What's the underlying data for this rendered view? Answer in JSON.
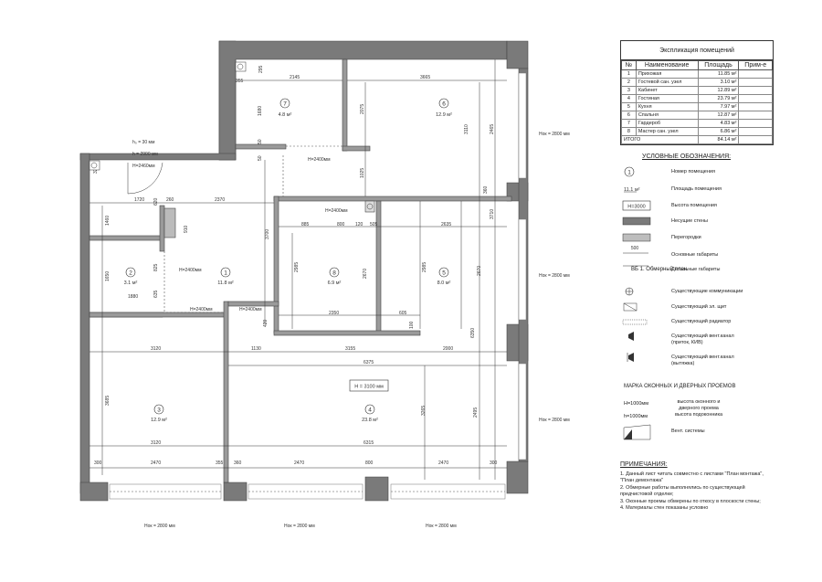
{
  "plan": {
    "rooms": [
      {
        "num": "1",
        "area": "11.8 м²"
      },
      {
        "num": "2",
        "area": "3.1 м²"
      },
      {
        "num": "3",
        "area": "12.9 м²"
      },
      {
        "num": "4",
        "area": "23.8 м²"
      },
      {
        "num": "5",
        "area": "8.0 м²"
      },
      {
        "num": "6",
        "area": "12.9 м²"
      },
      {
        "num": "7",
        "area": "4.8 м²"
      },
      {
        "num": "8",
        "area": "6.9 м²"
      }
    ],
    "heights": {
      "door_h": "h₀ = 30 мм",
      "h2900": "h = 2900 мм",
      "h2460": "H=2460мм",
      "h2400": "H=2400мм",
      "h3100": "H = 3100 мм",
      "hok": "Hок = 2800 мм",
      "vb": "ВБ 1. Обмерный план"
    },
    "dims": {
      "d355": "355",
      "d2145": "2145",
      "d3665": "3665",
      "d295": "295",
      "d1680": "1680",
      "d2075": "2075",
      "d3110": "3110",
      "d2465": "2465",
      "d1025": "1025",
      "d50": "50",
      "d1720": "1720",
      "d620": "620",
      "d2370": "2370",
      "d260": "260",
      "d1460": "1460",
      "d910": "910",
      "d885": "885",
      "d800": "800",
      "d120": "120",
      "d505": "505",
      "d2635": "2635",
      "d3710": "3710",
      "d360": "360",
      "d2985": "2985",
      "d2670": "2670",
      "d825": "825",
      "d1650": "1650",
      "d635": "635",
      "d1880": "1880",
      "d3700": "3700",
      "d2350": "2350",
      "d605": "605",
      "d100": "100",
      "d420": "420",
      "d6350": "6350",
      "d3120": "3120",
      "d1130": "1130",
      "d3155": "3155",
      "d2000": "2000",
      "d6375": "6375",
      "d3685": "3685",
      "d3265": "3265",
      "d2495": "2495",
      "d6315": "6315",
      "d300": "300",
      "d2470": "2470",
      "d325": "325"
    }
  },
  "explication": {
    "title": "Экспликация помещений",
    "headers": [
      "№",
      "Наименование",
      "Площадь",
      "Прим-е"
    ],
    "rows": [
      {
        "n": "1",
        "name": "Прихожая",
        "area": "11.85 м²"
      },
      {
        "n": "2",
        "name": "Гостевой сан. узел",
        "area": "3.10 м²"
      },
      {
        "n": "3",
        "name": "Кабинет",
        "area": "12.89 м²"
      },
      {
        "n": "4",
        "name": "Гостиная",
        "area": "23.79 м²"
      },
      {
        "n": "5",
        "name": "Кухня",
        "area": "7.97 м²"
      },
      {
        "n": "6",
        "name": "Спальня",
        "area": "12.87 м²"
      },
      {
        "n": "7",
        "name": "Гардероб",
        "area": "4.83 м²"
      },
      {
        "n": "8",
        "name": "Мастер сан. узел",
        "area": "6.86 м²"
      }
    ],
    "total_label": "ИТОГО",
    "total_area": "84.14 м²"
  },
  "legend": {
    "title": "УСЛОВНЫЕ ОБОЗНАЧЕНИЯ:",
    "room_num_sym": "1",
    "area_sym": "11.1 м²",
    "height_sym": "H=3000",
    "dim_sym": "500",
    "items": [
      "Номер помещения",
      "Площадь помещения",
      "Высота помещения",
      "Несущие стены",
      "Перегородки",
      "Основные габариты",
      "Детальные габариты",
      "Существующие коммуникации",
      "Существующий эл. щит",
      "Существующий радиатор",
      "Существующий  вент.канал (приток, КИВ)",
      "Существующий вент.канал (вытяжка)"
    ],
    "openings_title": "МАРКА ОКОННЫХ И ДВЕРНЫХ ПРОЕМОВ",
    "op1_sym": "H=1000мм",
    "op2_sym": "h=1000мм",
    "op_text": "высота оконного и дверного проема высота подоконника",
    "vent_text": "Вент. системы"
  },
  "notes": {
    "title": "ПРИМЕЧАНИЯ:",
    "lines": [
      "1. Данный лист читать совместно с листами \"План монтажа\",",
      "\"План демонтажа\"",
      "2. Обмерные работы выполнялись по существующей",
      "предчистовой отделке;",
      "3. Оконные проемы обмерены по откосу в плоскости стены;",
      "4. Материалы стен показаны условно"
    ]
  }
}
